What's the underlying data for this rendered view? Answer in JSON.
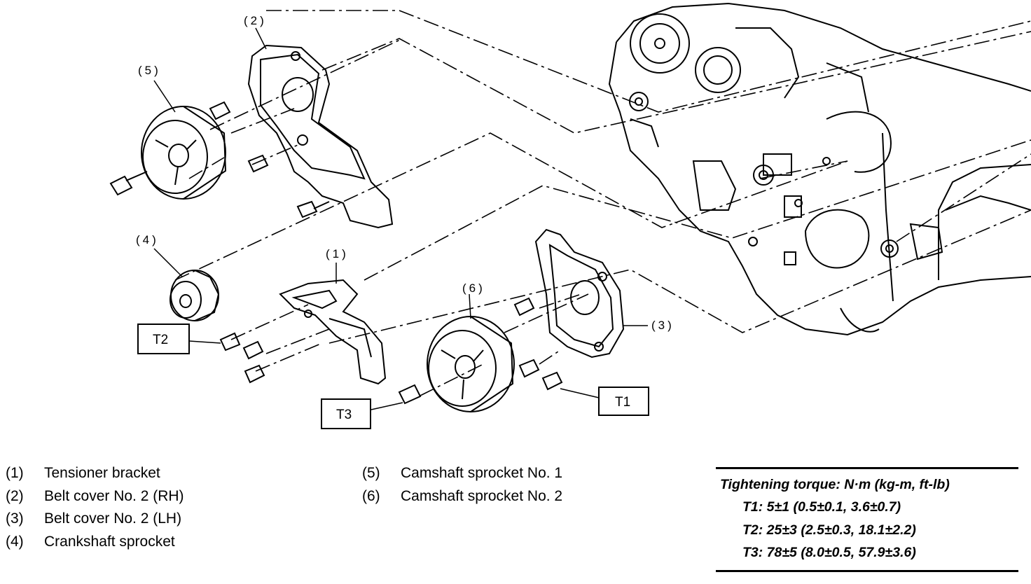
{
  "callouts": {
    "c1": "(1)",
    "c2": "(2)",
    "c3": "(3)",
    "c4": "(4)",
    "c5": "(5)",
    "c6": "(6)"
  },
  "torque_boxes": {
    "t1": "T1",
    "t2": "T2",
    "t3": "T3"
  },
  "legend": {
    "left": [
      {
        "num": "(1)",
        "text": "Tensioner bracket"
      },
      {
        "num": "(2)",
        "text": "Belt cover No. 2 (RH)"
      },
      {
        "num": "(3)",
        "text": "Belt cover No. 2 (LH)"
      },
      {
        "num": "(4)",
        "text": "Crankshaft sprocket"
      }
    ],
    "right": [
      {
        "num": "(5)",
        "text": "Camshaft sprocket No. 1"
      },
      {
        "num": "(6)",
        "text": "Camshaft sprocket No. 2"
      }
    ]
  },
  "torque": {
    "title": "Tightening torque: N·m (kg-m, ft-lb)",
    "t1": "T1: 5±1 (0.5±0.1, 3.6±0.7)",
    "t2": "T2: 25±3 (2.5±0.3, 18.1±2.2)",
    "t3": "T3: 78±5 (8.0±0.5, 57.9±3.6)"
  }
}
